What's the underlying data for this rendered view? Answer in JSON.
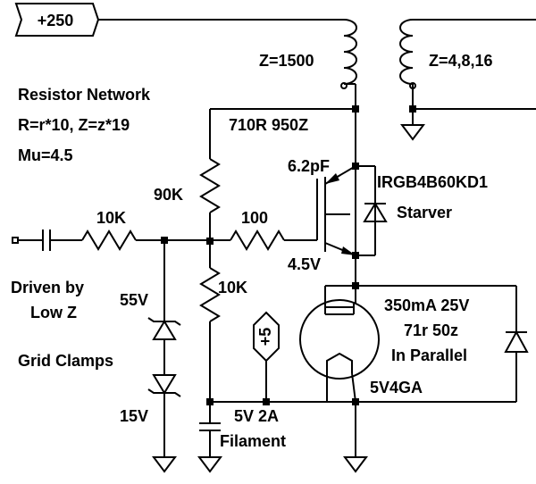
{
  "rail_label": "+250",
  "plus5_label": "+5",
  "labels": {
    "primary_z": "Z=1500",
    "secondary_z": "Z=4,8,16",
    "resistor_network": "Resistor Network",
    "resistor_formula": "R=r*10, Z=z*19",
    "mu": "Mu=4.5",
    "resistor_pair": "710R 950Z",
    "cap_6p2": "6.2pF",
    "igbt_part": "IRGB4B60KD1",
    "starver": "Starver",
    "r90k": "90K",
    "r10k_input": "10K",
    "r100": "100",
    "v45": "4.5V",
    "driven_by": "Driven by",
    "low_z": "Low Z",
    "v55": "55V",
    "r10k_lower": "10K",
    "grid_clamps": "Grid Clamps",
    "v15": "15V",
    "tube_rating": "350mA 25V",
    "tube_rz": "71r 50z",
    "in_parallel": "In Parallel",
    "tube_part": "5V4GA",
    "filament_rating": "5V 2A",
    "filament": "Filament"
  }
}
